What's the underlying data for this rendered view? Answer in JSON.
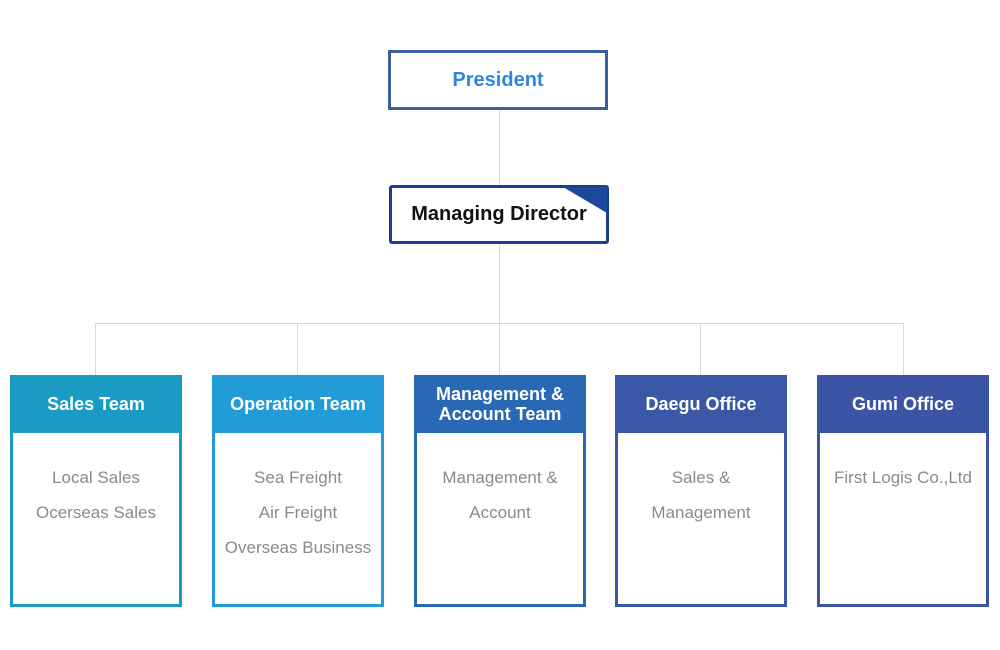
{
  "president": {
    "label": "President"
  },
  "managing_director": {
    "label": "Managing Director"
  },
  "teams": [
    {
      "title": "Sales Team",
      "color": "#1a9bc4",
      "items": [
        "Local Sales",
        "Ocerseas Sales"
      ]
    },
    {
      "title": "Operation Team",
      "color": "#219cd6",
      "items": [
        "Sea Freight",
        "Air Freight",
        "Overseas Business"
      ]
    },
    {
      "title_lines": [
        "Management &",
        "Account Team"
      ],
      "color": "#2868b5",
      "items": [
        "Management &",
        "Account"
      ]
    },
    {
      "title": "Daegu Office",
      "color": "#3a58a6",
      "items": [
        "Sales &",
        "Management"
      ]
    },
    {
      "title": "Gumi Office",
      "color": "#3b55a4",
      "items": [
        "First Logis Co.,Ltd"
      ]
    }
  ],
  "colors": {
    "connector": "#d9d9d9",
    "president_text": "#2e86de",
    "director_accent": "#1b4a9c"
  }
}
